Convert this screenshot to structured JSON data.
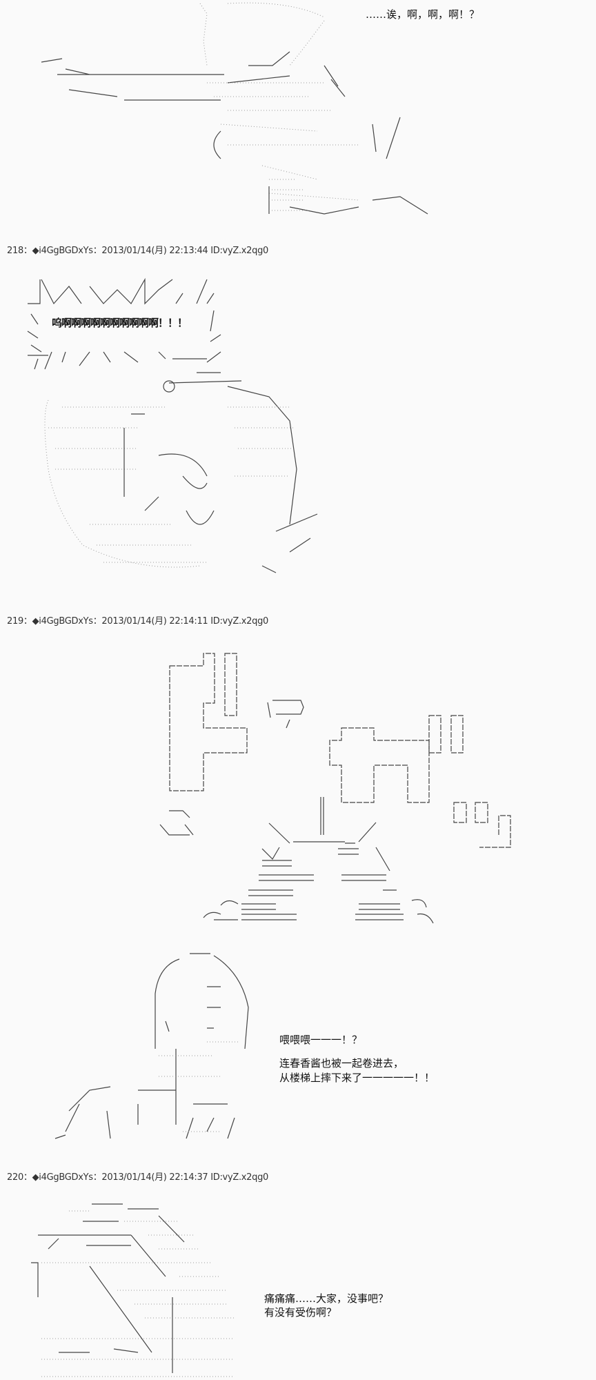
{
  "posts": [
    {
      "header": "218：◆i4GgBGDxYs：2013/01/14(月) 22:13:44 ID:vyZ.x2qg0"
    },
    {
      "header": "219：◆i4GgBGDxYs：2013/01/14(月) 22:14:11 ID:vyZ.x2qg0"
    },
    {
      "header": "220：◆i4GgBGDxYs：2013/01/14(月) 22:14:37 ID:vyZ.x2qg0"
    }
  ],
  "dialogue": {
    "top": "……诶，啊，啊，啊！？",
    "shout": "呜啊啊啊啊啊啊啊啊啊啊！！！",
    "hey": "喂喂喂一一一！？",
    "fall_1": "连春香酱也被一起卷进去，",
    "fall_2": "从楼梯上摔下来了一一一一一！！",
    "ouch_1": "痛痛痛……大家，没事吧？",
    "ouch_2": "有没有受伤啊？"
  }
}
